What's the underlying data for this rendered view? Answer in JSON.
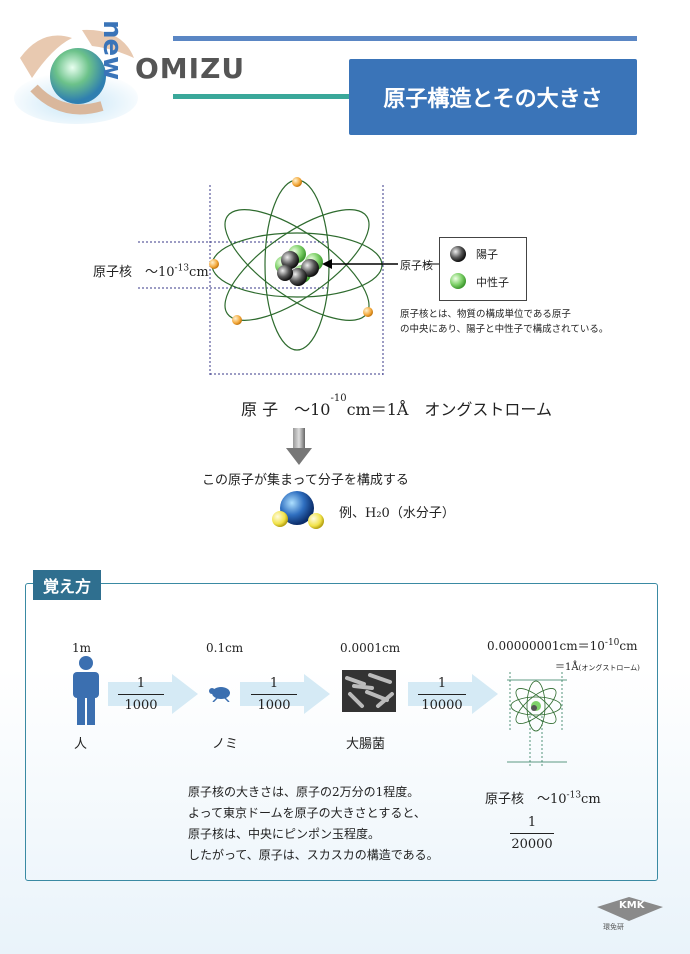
{
  "header": {
    "brand": "OMIZU",
    "brand_vertical": "new",
    "title": "原子構造とその大きさ"
  },
  "atom": {
    "nucleus_label": "原子核　～10",
    "nucleus_exp": "-13",
    "nucleus_unit": "cm",
    "nucleus_pointer": "原子核",
    "legend_proton": "陽子",
    "legend_neutron": "中性子",
    "desc_line1": "原子核とは、物質の構成単位である原子",
    "desc_line2": "の中央にあり、陽子と中性子で構成されている。",
    "atom_size_text": "原 子　～10",
    "atom_exp": "-10",
    "atom_unit": "cm＝1Å　オングストローム",
    "molecule_text": "この原子が集まって分子を構成する",
    "molecule_example": "例、H₂0（水分子）"
  },
  "memo": {
    "tab": "覚え方",
    "items": [
      {
        "size": "1m",
        "label": "人"
      },
      {
        "size": "0.1cm",
        "label": "ノミ"
      },
      {
        "size": "0.0001cm",
        "label": "大腸菌"
      },
      {
        "size": "0.00000001cm＝10",
        "exp": "-10",
        "unit": "cm",
        "note": "＝1Å",
        "note_small": "(オングストローム)"
      }
    ],
    "fractions": [
      {
        "num": "1",
        "den": "1000"
      },
      {
        "num": "1",
        "den": "1000"
      },
      {
        "num": "1",
        "den": "10000"
      }
    ],
    "text_lines": [
      "原子核の大きさは、原子の2万分の1程度。",
      "よって東京ドームを原子の大きさとすると、",
      "原子核は、中央にピンポン玉程度。",
      "したがって、原子は、スカスカの構造である。"
    ],
    "nucleus_label": "原子核　～10",
    "nucleus_exp": "-13",
    "nucleus_unit": "cm",
    "nucleus_frac_num": "1",
    "nucleus_frac_den": "20000"
  },
  "footer": {
    "logo_text": "KMK",
    "logo_sub": "環免研"
  }
}
